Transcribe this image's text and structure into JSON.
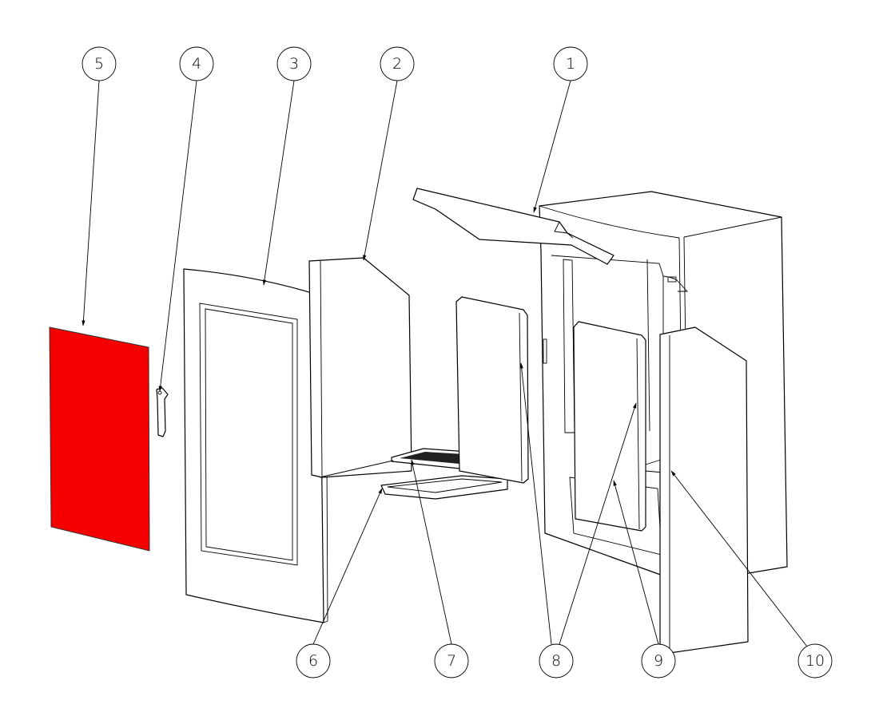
{
  "colors": {
    "glass_highlight": "#f40000",
    "line": "#000000",
    "background": "#ffffff"
  },
  "balloons": [
    {
      "label": "1"
    },
    {
      "label": "2"
    },
    {
      "label": "3"
    },
    {
      "label": "4"
    },
    {
      "label": "5"
    },
    {
      "label": "6"
    },
    {
      "label": "7"
    },
    {
      "label": "8"
    },
    {
      "label": "9"
    },
    {
      "label": "10"
    }
  ]
}
